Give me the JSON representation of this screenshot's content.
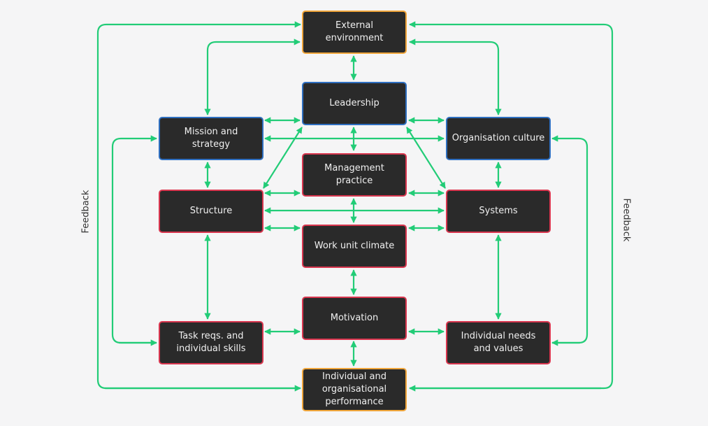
{
  "diagram": {
    "title": "",
    "colors": {
      "background": "#f5f5f6",
      "node_fill": "#2a2a2a",
      "node_text": "#f0f0f0",
      "arrow": "#22cc77",
      "border_external": "#f0a53a",
      "border_transformational": "#2f6fc0",
      "border_transactional": "#d9364f"
    },
    "nodes": {
      "external": "External environment",
      "leadership": "Leadership",
      "mission": "Mission and strategy",
      "culture": "Organisation culture",
      "management": "Management practice",
      "structure": "Structure",
      "systems": "Systems",
      "climate": "Work unit climate",
      "motivation": "Motivation",
      "task": "Task reqs. and individual skills",
      "needs": "Individual needs and values",
      "performance": "Individual and organisational performance"
    },
    "labels": {
      "feedback_left": "Feedback",
      "feedback_right": "Feedback"
    },
    "edges": [
      [
        "external",
        "leadership",
        "both"
      ],
      [
        "external",
        "mission",
        "both"
      ],
      [
        "external",
        "culture",
        "both"
      ],
      [
        "leadership",
        "mission",
        "both"
      ],
      [
        "leadership",
        "culture",
        "both"
      ],
      [
        "leadership",
        "management",
        "both"
      ],
      [
        "leadership",
        "structure",
        "both"
      ],
      [
        "leadership",
        "systems",
        "both"
      ],
      [
        "mission",
        "culture",
        "both"
      ],
      [
        "mission",
        "structure",
        "both"
      ],
      [
        "culture",
        "systems",
        "both"
      ],
      [
        "management",
        "structure",
        "both"
      ],
      [
        "management",
        "systems",
        "both"
      ],
      [
        "management",
        "climate",
        "both"
      ],
      [
        "structure",
        "systems",
        "both"
      ],
      [
        "structure",
        "climate",
        "both"
      ],
      [
        "systems",
        "climate",
        "both"
      ],
      [
        "structure",
        "task",
        "both"
      ],
      [
        "systems",
        "needs",
        "both"
      ],
      [
        "climate",
        "motivation",
        "both"
      ],
      [
        "motivation",
        "task",
        "both"
      ],
      [
        "motivation",
        "needs",
        "both"
      ],
      [
        "motivation",
        "performance",
        "both"
      ],
      [
        "performance",
        "external",
        "feedback"
      ],
      [
        "performance",
        "mission",
        "feedback"
      ],
      [
        "performance",
        "culture",
        "feedback"
      ]
    ]
  }
}
